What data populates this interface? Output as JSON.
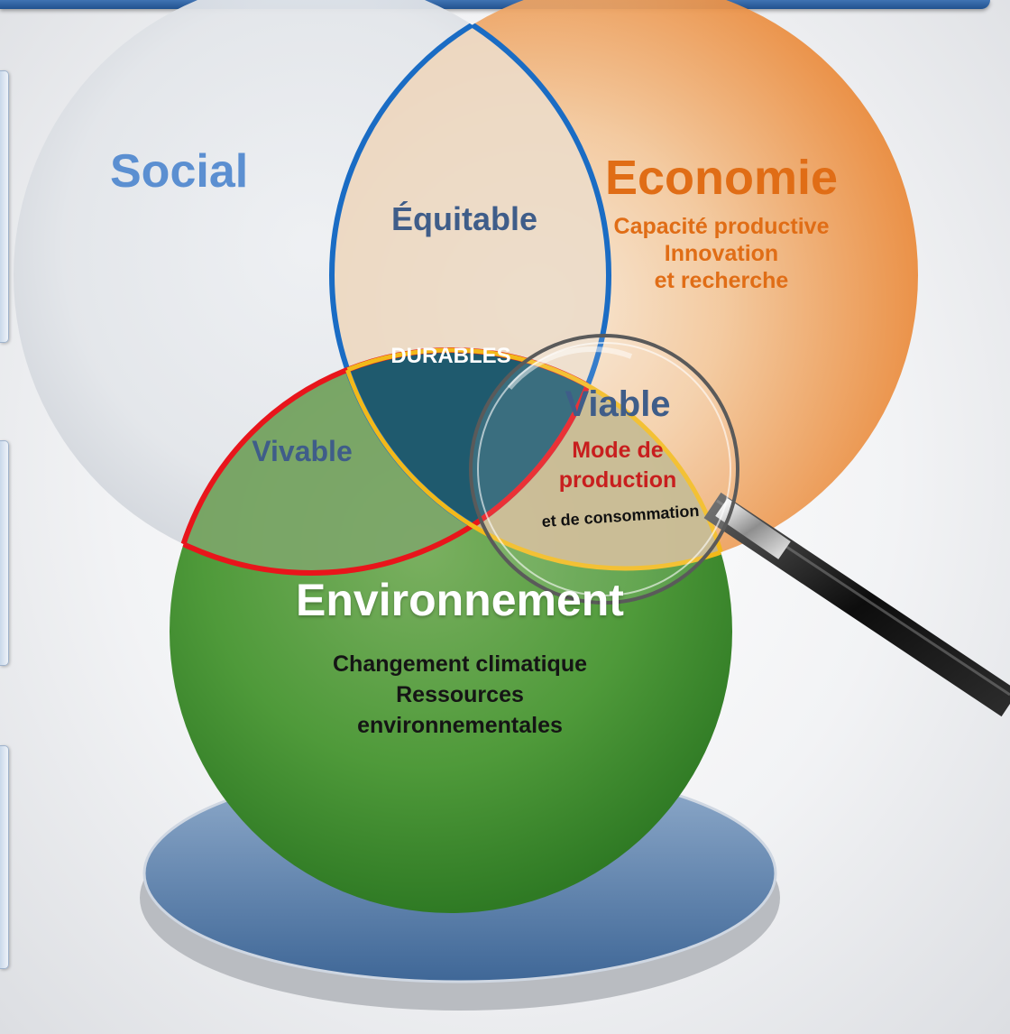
{
  "social": {
    "title": "Social"
  },
  "economie": {
    "title": "Economie",
    "items": [
      "Capacité productive",
      "Innovation",
      "et recherche"
    ]
  },
  "environnement": {
    "title": "Environnement",
    "items": [
      "Changement climatique",
      "Ressources",
      "environnementales"
    ]
  },
  "intersections": {
    "equitable": "Équitable",
    "vivable": "Vivable",
    "viable": "Viable",
    "durables": "DURABLES",
    "viable_details": [
      "Mode de",
      "production",
      "et de consommation"
    ]
  },
  "colors": {
    "topbar": "#2f62a3",
    "social_text": "#5b8fd1",
    "economie": "#e06d16",
    "environnement": "#3e8a2c",
    "durables_fill": "#1f5a6e",
    "equitable_border": "#1a6cc4",
    "vivable_border": "#e8151b",
    "viable_border": "#f2b91a",
    "mode_text": "#c81e1e"
  },
  "icons": [
    "magnifying-glass-icon"
  ]
}
